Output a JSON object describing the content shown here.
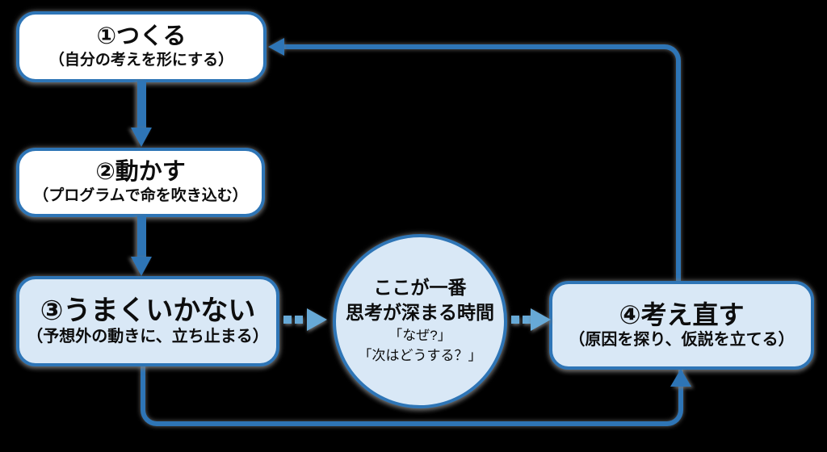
{
  "colors": {
    "background": "#000000",
    "node_border_blue": "#2e75b6",
    "solid_arrow_blue": "#2e75b6",
    "light_node_fill": "#d9e8f6",
    "white_node_fill": "#ffffff",
    "dashed_arrow_light_blue": "#67a9d6",
    "text": "#0d0d0d"
  },
  "nodes": {
    "step1": {
      "title": "①つくる",
      "subtitle": "（自分の考えを形にする）"
    },
    "step2": {
      "title": "②動かす",
      "subtitle": "（プログラムで命を吹き込む）"
    },
    "step3": {
      "title": "③うまくいかない",
      "subtitle": "（予想外の動きに、立ち止まる）"
    },
    "step4": {
      "title": "④考え直す",
      "subtitle": "（原因を探り、仮説を立てる）"
    },
    "thinking_circle": {
      "line1": "ここが一番",
      "line2": "思考が深まる時間",
      "line3": "「なぜ?」",
      "line4": "「次はどうする？」"
    }
  },
  "edges": [
    {
      "from": "step1",
      "to": "step2",
      "style": "solid-blue-arrow-down"
    },
    {
      "from": "step2",
      "to": "step3",
      "style": "solid-blue-arrow-down"
    },
    {
      "from": "step3",
      "to": "thinking_circle",
      "style": "dashed-light-blue-arrow-right"
    },
    {
      "from": "thinking_circle",
      "to": "step4",
      "style": "dashed-light-blue-arrow-right"
    },
    {
      "from": "step3",
      "to": "step4",
      "style": "solid-blue-line-bottom-loop-arrow-up"
    },
    {
      "from": "step4",
      "to": "step1",
      "style": "solid-blue-line-top-loop-arrow-left"
    }
  ]
}
